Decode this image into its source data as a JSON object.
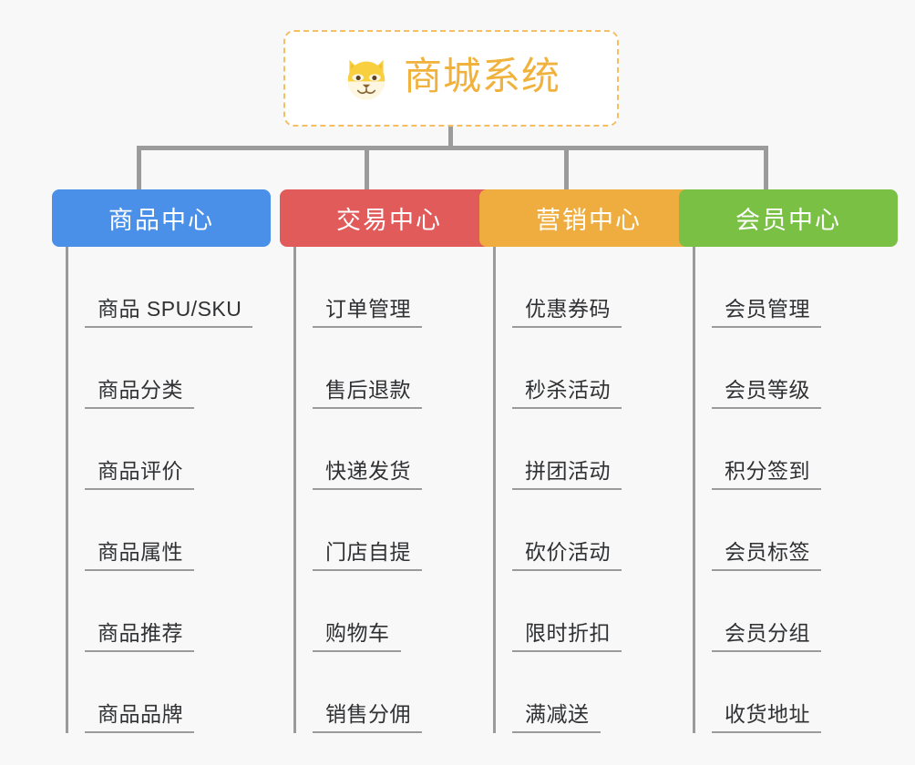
{
  "root": {
    "title": "商城系统",
    "icon": "shiba-dog-icon",
    "border_color": "#f3bf62",
    "text_color": "#f0b23c",
    "background": "#ffffff"
  },
  "canvas": {
    "background": "#f8f8f8",
    "connector_color": "#9b9b9b"
  },
  "branches": [
    {
      "label": "商品中心",
      "color": "#4a90e8",
      "items": [
        "商品 SPU/SKU",
        "商品分类",
        "商品评价",
        "商品属性",
        "商品推荐",
        "商品品牌"
      ]
    },
    {
      "label": "交易中心",
      "color": "#e15b5b",
      "items": [
        "订单管理",
        "售后退款",
        "快递发货",
        "门店自提",
        "购物车",
        "销售分佣"
      ]
    },
    {
      "label": "营销中心",
      "color": "#eead3e",
      "items": [
        "优惠券码",
        "秒杀活动",
        "拼团活动",
        "砍价活动",
        "限时折扣",
        "满减送"
      ]
    },
    {
      "label": "会员中心",
      "color": "#79c045",
      "items": [
        "会员管理",
        "会员等级",
        "积分签到",
        "会员标签",
        "会员分组",
        "收货地址"
      ]
    }
  ]
}
